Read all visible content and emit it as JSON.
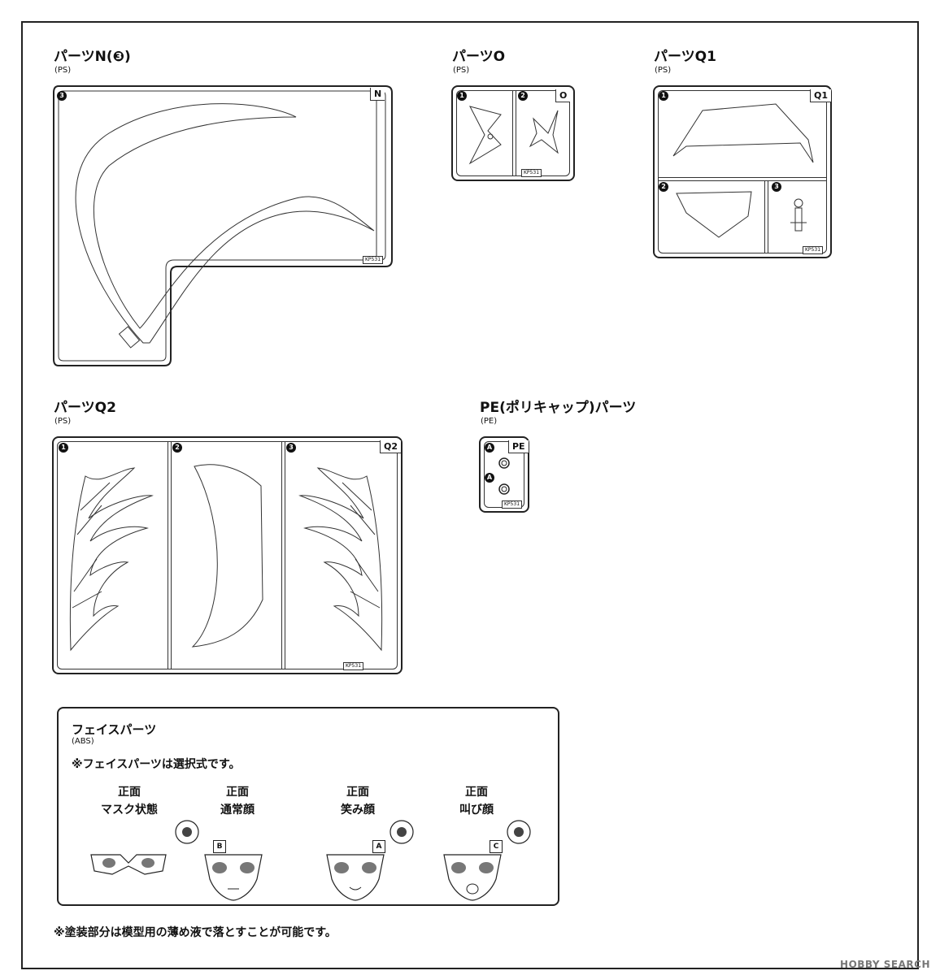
{
  "parts": {
    "n": {
      "title": "パーツN(❸)",
      "material": "(PS)",
      "tag": "N",
      "nums": [
        "3"
      ],
      "code": "KP531"
    },
    "o": {
      "title": "パーツO",
      "material": "(PS)",
      "tag": "O",
      "nums": [
        "1",
        "2"
      ],
      "code": "KP531"
    },
    "q1": {
      "title": "パーツQ1",
      "material": "(PS)",
      "tag": "Q1",
      "nums": [
        "1",
        "2",
        "3"
      ],
      "code": "KP531"
    },
    "q2": {
      "title": "パーツQ2",
      "material": "(PS)",
      "tag": "Q2",
      "nums": [
        "1",
        "2",
        "3"
      ],
      "code": "KP531"
    },
    "pe": {
      "title": "PE(ポリキャップ)パーツ",
      "material": "(PE)",
      "tag": "PE",
      "nums": [
        "A",
        "A"
      ],
      "code": "KP531"
    }
  },
  "face": {
    "title": "フェイスパーツ",
    "material": "(ABS)",
    "note": "※フェイスパーツは選択式です。",
    "options": [
      {
        "line1": "正面",
        "line2": "マスク状態",
        "letter": ""
      },
      {
        "line1": "正面",
        "line2": "通常顔",
        "letter": "B"
      },
      {
        "line1": "正面",
        "line2": "笑み顔",
        "letter": "A"
      },
      {
        "line1": "正面",
        "line2": "叫び顔",
        "letter": "C"
      }
    ]
  },
  "bottom_note": "※塗装部分は模型用の薄め液で落とすことが可能です。",
  "watermark": "HOBBY SEARCH"
}
